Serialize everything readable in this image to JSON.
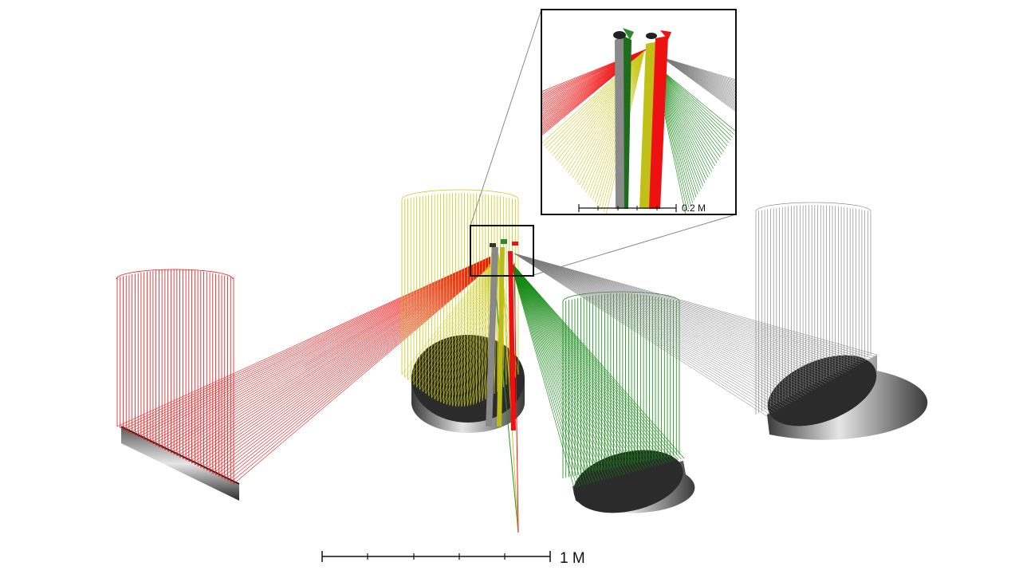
{
  "scale_bars": {
    "main_label": "1 M",
    "inset_label": "0.2 M"
  },
  "beams": [
    {
      "name": "red",
      "color": "#ee1111"
    },
    {
      "name": "yellow",
      "color": "#c8c81a"
    },
    {
      "name": "green",
      "color": "#118811"
    },
    {
      "name": "gray",
      "color": "#7a7a7a"
    }
  ],
  "colors": {
    "mirror_top": "#2e2e2e",
    "mirror_rim_dark": "#3a3a3a",
    "mirror_rim_light": "#e6e6e6",
    "inset_frame": "#111111",
    "leader_line": "#888888"
  }
}
